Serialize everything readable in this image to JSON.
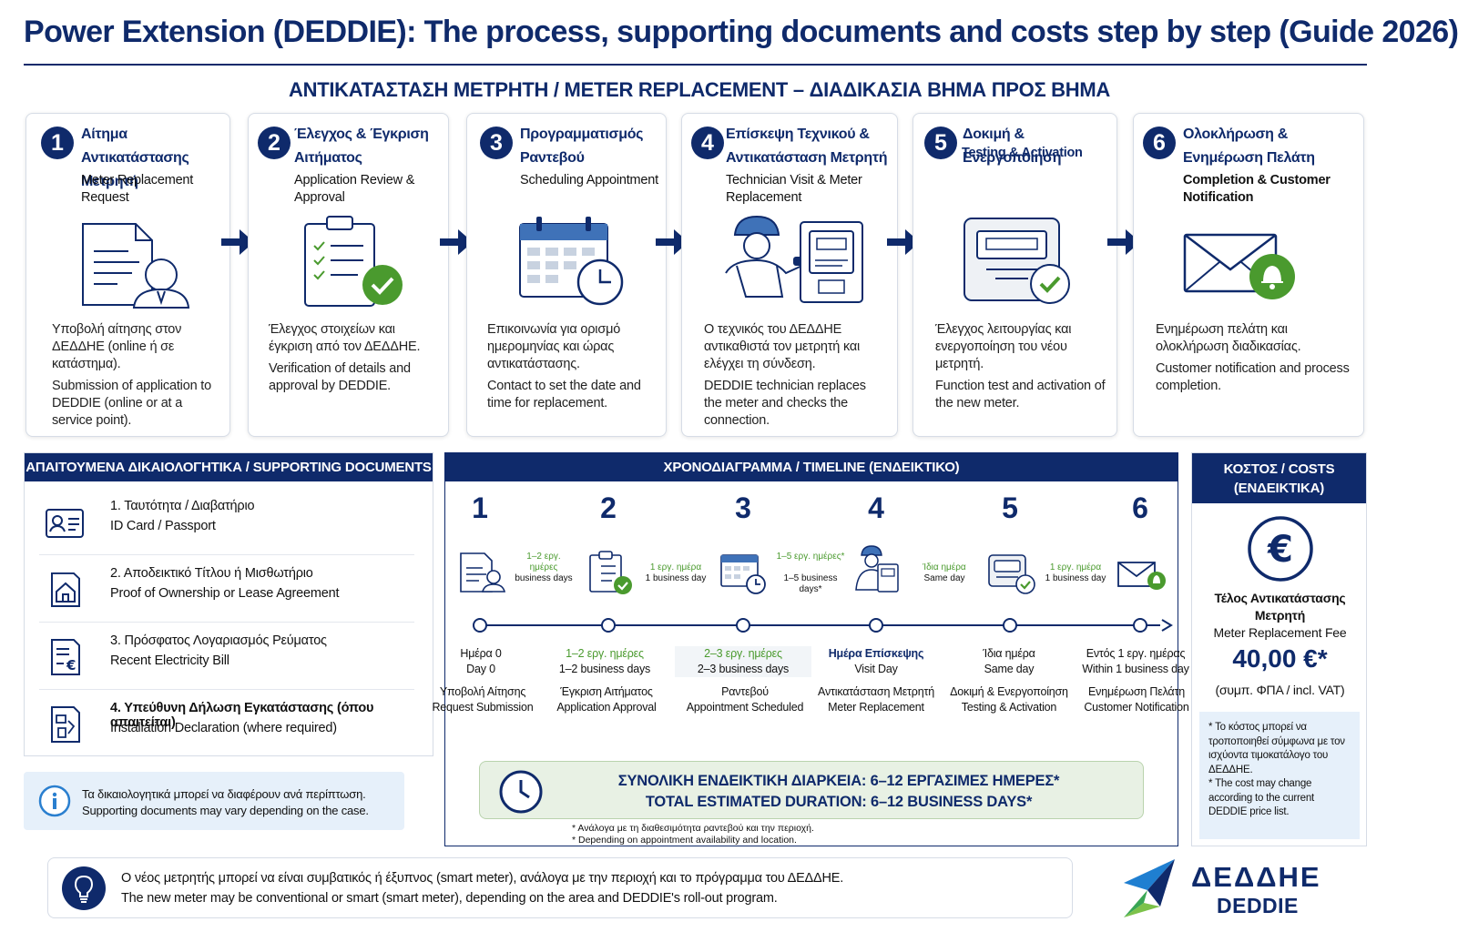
{
  "title": "Power Extension (DEDDIE): The process, supporting documents and costs step by step (Guide 2026)",
  "subtitle": "ΑΝΤΙΚΑΤΑΣΤΑΣΗ ΜΕΤΡΗΤΗ / METER REPLACEMENT – ΔΙΑΔΙΚΑΣΙΑ ΒΗΜΑ ΠΡΟΣ ΒΗΜΑ",
  "colors": {
    "navy": "#0f2a6b",
    "green": "#4a9a2e",
    "light_blue": "#e6f0fa",
    "light_green": "#e8f1e4"
  },
  "steps": [
    {
      "num": "1",
      "title_gr": "Αίτημα Αντικατάστασης Μετρητή",
      "title_en": "Meter Replacement Request",
      "icon": "document-person-icon",
      "desc_gr": "Υποβολή αίτησης στον ΔΕΔΔΗΕ (online ή σε κατάστημα).",
      "desc_en": "Submission of application to DEDDIE (online or at a service point)."
    },
    {
      "num": "2",
      "title_gr": "Έλεγχος & Έγκριση Αιτήματος",
      "title_en": "Application Review & Approval",
      "icon": "clipboard-check-icon",
      "desc_gr": "Έλεγχος στοιχείων και έγκριση από τον ΔΕΔΔΗΕ.",
      "desc_en": "Verification of details and approval by DEDDIE."
    },
    {
      "num": "3",
      "title_gr": "Προγραμματισμός Ραντεβού",
      "title_en": "Scheduling Appointment",
      "icon": "calendar-clock-icon",
      "desc_gr": "Επικοινωνία για ορισμό ημερομηνίας και ώρας αντικατάστασης.",
      "desc_en": "Contact to set the date and time for replacement."
    },
    {
      "num": "4",
      "title_gr": "Επίσκεψη Τεχνικού & Αντικατάσταση Μετρητή",
      "title_en": "Technician Visit & Meter Replacement",
      "icon": "technician-meter-icon",
      "desc_gr": "Ο τεχνικός του ΔΕΔΔΗΕ αντικαθιστά τον μετρητή και ελέγχει τη σύνδεση.",
      "desc_en": "DEDDIE technician replaces the meter and checks the connection."
    },
    {
      "num": "5",
      "title_gr": "Δοκιμή & Ενεργοποίηση",
      "title_en": "Testing & Activation",
      "icon": "meter-check-icon",
      "desc_gr": "Έλεγχος λειτουργίας και ενεργοποίηση του νέου μετρητή.",
      "desc_en": "Function test and activation of the new meter."
    },
    {
      "num": "6",
      "title_gr": "Ολοκλήρωση & Ενημέρωση Πελάτη",
      "title_en": "Completion & Customer Notification",
      "icon": "envelope-bell-icon",
      "desc_gr": "Ενημέρωση πελάτη και ολοκλήρωση διαδικασίας.",
      "desc_en": "Customer notification and process completion."
    }
  ],
  "docs": {
    "header": "ΑΠΑΙΤΟΥΜΕΝΑ ΔΙΚΑΙΟΛΟΓΗΤΙΚΑ / SUPPORTING DOCUMENTS",
    "items": [
      {
        "gr": "1. Ταυτότητα / Διαβατήριο",
        "en": "ID Card / Passport",
        "icon": "id-card-icon"
      },
      {
        "gr": "2. Αποδεικτικό Τίτλου ή Μισθωτήριο",
        "en": "Proof of Ownership or Lease Agreement",
        "icon": "house-document-icon"
      },
      {
        "gr": "3. Πρόσφατος Λογαριασμός Ρεύματος",
        "en": "Recent Electricity Bill",
        "icon": "euro-bill-icon"
      },
      {
        "gr": "4. Υπεύθυνη Δήλωση Εγκατάστασης (όπου απαιτείται)",
        "en": "Installation Declaration (where required)",
        "icon": "declaration-icon"
      }
    ],
    "note_gr": "Τα δικαιολογητικά μπορεί να διαφέρουν ανά περίπτωση.",
    "note_en": "Supporting documents may vary depending on the case."
  },
  "timeline": {
    "header": "ΧΡΟΝΟΔΙΑΓΡΑΜΜΑ / TIMELINE (ΕΝΔΕΙΚΤΙΚΟ)",
    "steps": [
      {
        "num": "1",
        "day_gr": "Ημέρα 0",
        "day_en": "Day 0",
        "lbl_gr": "Υποβολή Αίτησης",
        "lbl_en": "Request Submission"
      },
      {
        "num": "2",
        "day_gr": "1–2 εργ. ημέρες",
        "day_en": "1–2 business days",
        "lbl_gr": "Έγκριση Αιτήματος",
        "lbl_en": "Application Approval"
      },
      {
        "num": "3",
        "day_gr": "2–3 εργ. ημέρες",
        "day_en": "2–3 business days",
        "lbl_gr": "Ραντεβού",
        "lbl_en": "Appointment Scheduled"
      },
      {
        "num": "4",
        "day_gr": "Ημέρα Επίσκεψης",
        "day_en": "Visit Day",
        "lbl_gr": "Αντικατάσταση Μετρητή",
        "lbl_en": "Meter Replacement"
      },
      {
        "num": "5",
        "day_gr": "Ίδια ημέρα",
        "day_en": "Same day",
        "lbl_gr": "Δοκιμή & Ενεργοποίηση",
        "lbl_en": "Testing & Activation"
      },
      {
        "num": "6",
        "day_gr": "Εντός 1 εργ. ημέρας",
        "day_en": "Within 1 business day",
        "lbl_gr": "Ενημέρωση Πελάτη",
        "lbl_en": "Customer Notification"
      }
    ],
    "durations": [
      {
        "gr": "1–2 εργ. ημέρες",
        "en": "business days"
      },
      {
        "gr": "1 εργ. ημέρα",
        "en": "1 business day"
      },
      {
        "gr": "1–5 εργ. ημέρες*",
        "en": "1–5 business days*"
      },
      {
        "gr": "Ίδια ημέρα",
        "en": "Same day"
      },
      {
        "gr": "1 εργ. ημέρα",
        "en": "1 business day"
      }
    ],
    "total_gr": "ΣΥΝΟΛΙΚΗ ΕΝΔΕΙΚΤΙΚΗ ΔΙΑΡΚΕΙΑ: 6–12 ΕΡΓΑΣΙΜΕΣ ΗΜΕΡΕΣ*",
    "total_en": "TOTAL ESTIMATED DURATION: 6–12 BUSINESS DAYS*",
    "note_gr": "* Ανάλογα με τη διαθεσιμότητα ραντεβού και την περιοχή.",
    "note_en": "* Depending on appointment availability and location."
  },
  "costs": {
    "header": "ΚΟΣΤΟΣ / COSTS (ΕΝΔΕΙΚΤΙΚΑ)",
    "fee_gr": "Τέλος Αντικατάστασης Μετρητή",
    "fee_en": "Meter Replacement Fee",
    "amount": "40,00 €*",
    "vat": "(συμπ. ΦΠΑ / incl. VAT)",
    "note_gr": "* Το κόστος μπορεί να τροποποιηθεί σύμφωνα με τον ισχύοντα τιμοκατάλογο του ΔΕΔΔΗΕ.",
    "note_en": "* The cost may change according to the current DEDDIE price list."
  },
  "bottom": {
    "gr": "Ο νέος μετρητής μπορεί να είναι συμβατικός ή έξυπνος (smart meter), ανάλογα με την περιοχή και το πρόγραμμα του ΔΕΔΔΗΕ.",
    "en": "The new meter may be conventional or smart (smart meter), depending on the area and DEDDIE's roll-out program."
  },
  "logo": {
    "gr": "ΔΕΔΔΗΕ",
    "en": "DEDDIE"
  }
}
